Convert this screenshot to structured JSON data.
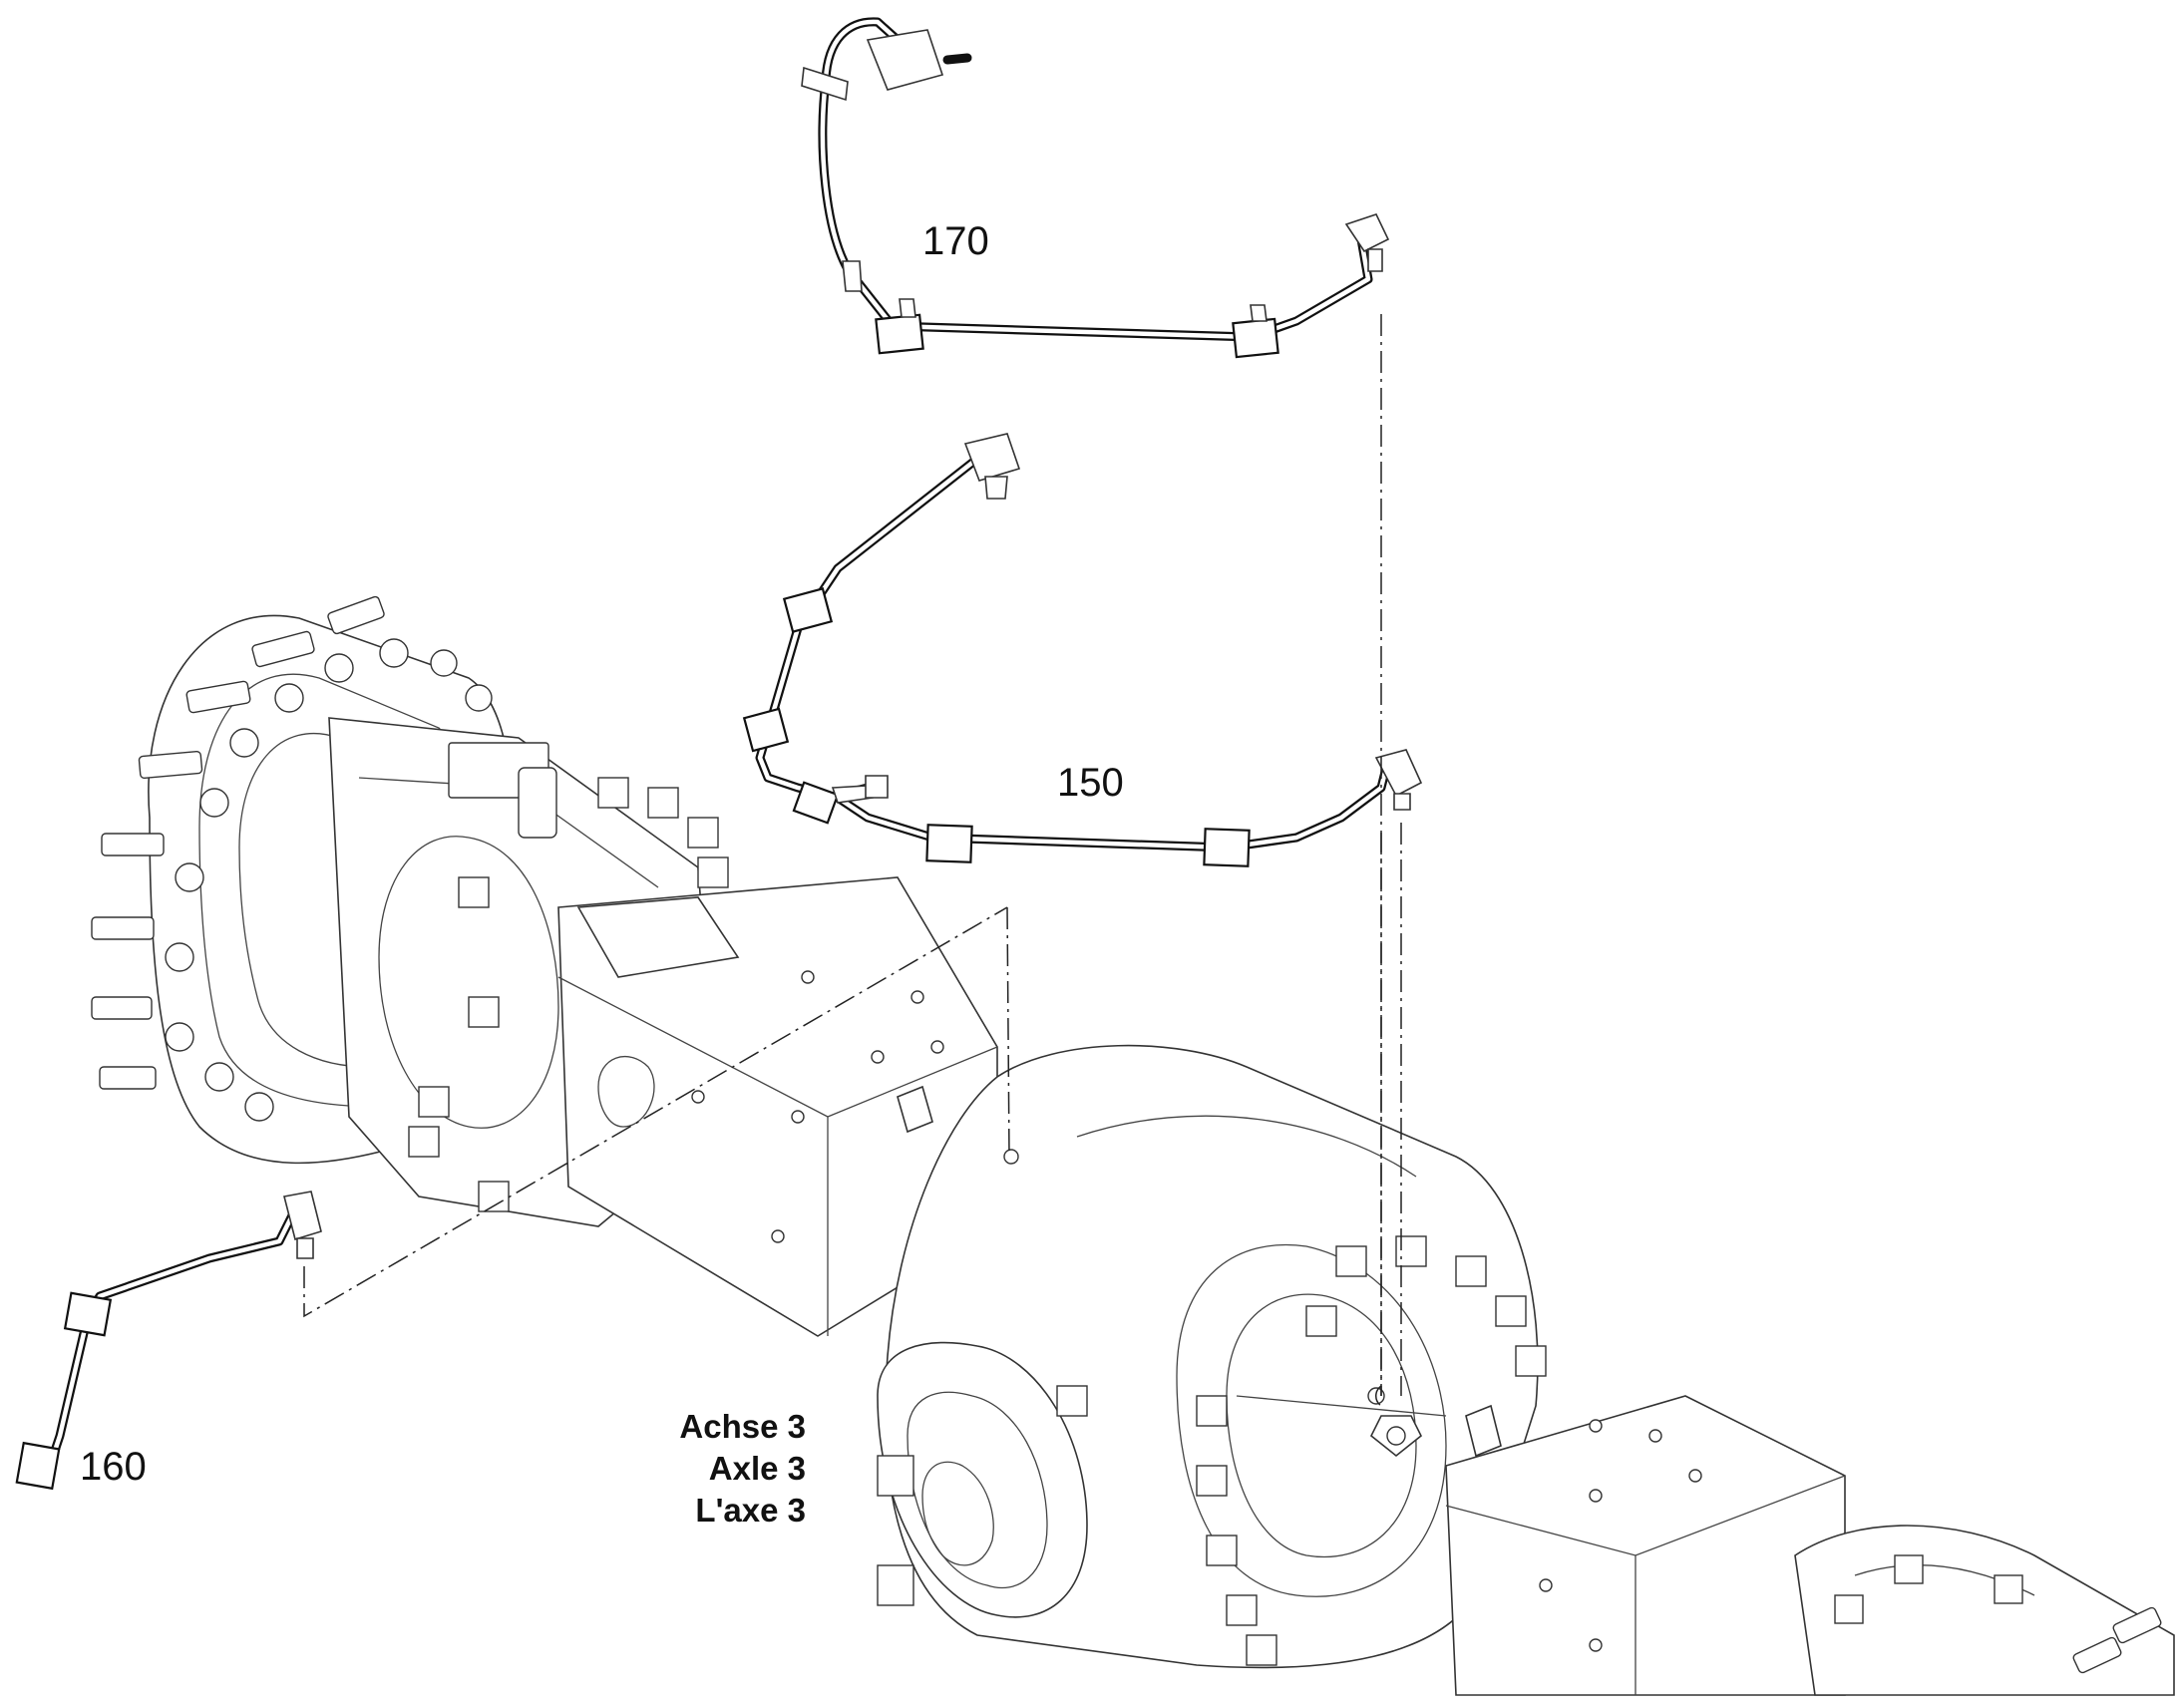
{
  "callouts": {
    "part_170": "170",
    "part_150": "150",
    "part_160": "160"
  },
  "axle_label": {
    "de": "Achse 3",
    "en": "Axle 3",
    "fr": "L'axe 3"
  }
}
